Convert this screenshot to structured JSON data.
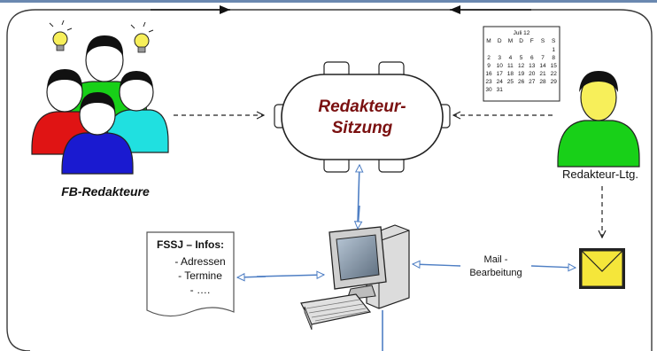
{
  "meeting": {
    "line1": "Redakteur-",
    "line2": "Sitzung",
    "color": "#7a1010"
  },
  "group_label": "FB-Redakteure",
  "lead_label": "Redakteur-Ltg.",
  "mail_label": {
    "line1": "Mail -",
    "line2": "Bearbeitung"
  },
  "document": {
    "title": "FSSJ – Infos:",
    "items": [
      "- Adressen",
      "- Termine",
      "- …."
    ]
  },
  "calendar": {
    "month": "Juli 12",
    "weekdays": [
      "M",
      "D",
      "M",
      "D",
      "F",
      "S",
      "S"
    ],
    "rows": [
      [
        "",
        "",
        "",
        "",
        "",
        "",
        "1"
      ],
      [
        "2",
        "3",
        "4",
        "5",
        "6",
        "7",
        "8"
      ],
      [
        "9",
        "10",
        "11",
        "12",
        "13",
        "14",
        "15"
      ],
      [
        "16",
        "17",
        "18",
        "19",
        "20",
        "21",
        "22"
      ],
      [
        "23",
        "24",
        "25",
        "26",
        "27",
        "28",
        "29"
      ],
      [
        "30",
        "31",
        "",
        "",
        "",
        "",
        ""
      ]
    ]
  },
  "colors": {
    "frame": "#3a3a3a",
    "arrow_blue": "#4f7fc4",
    "person_red": "#e01414",
    "person_green": "#18d018",
    "person_cyan": "#20e0e0",
    "person_blue": "#1a1ad0",
    "envelope": "#f5e63a"
  }
}
